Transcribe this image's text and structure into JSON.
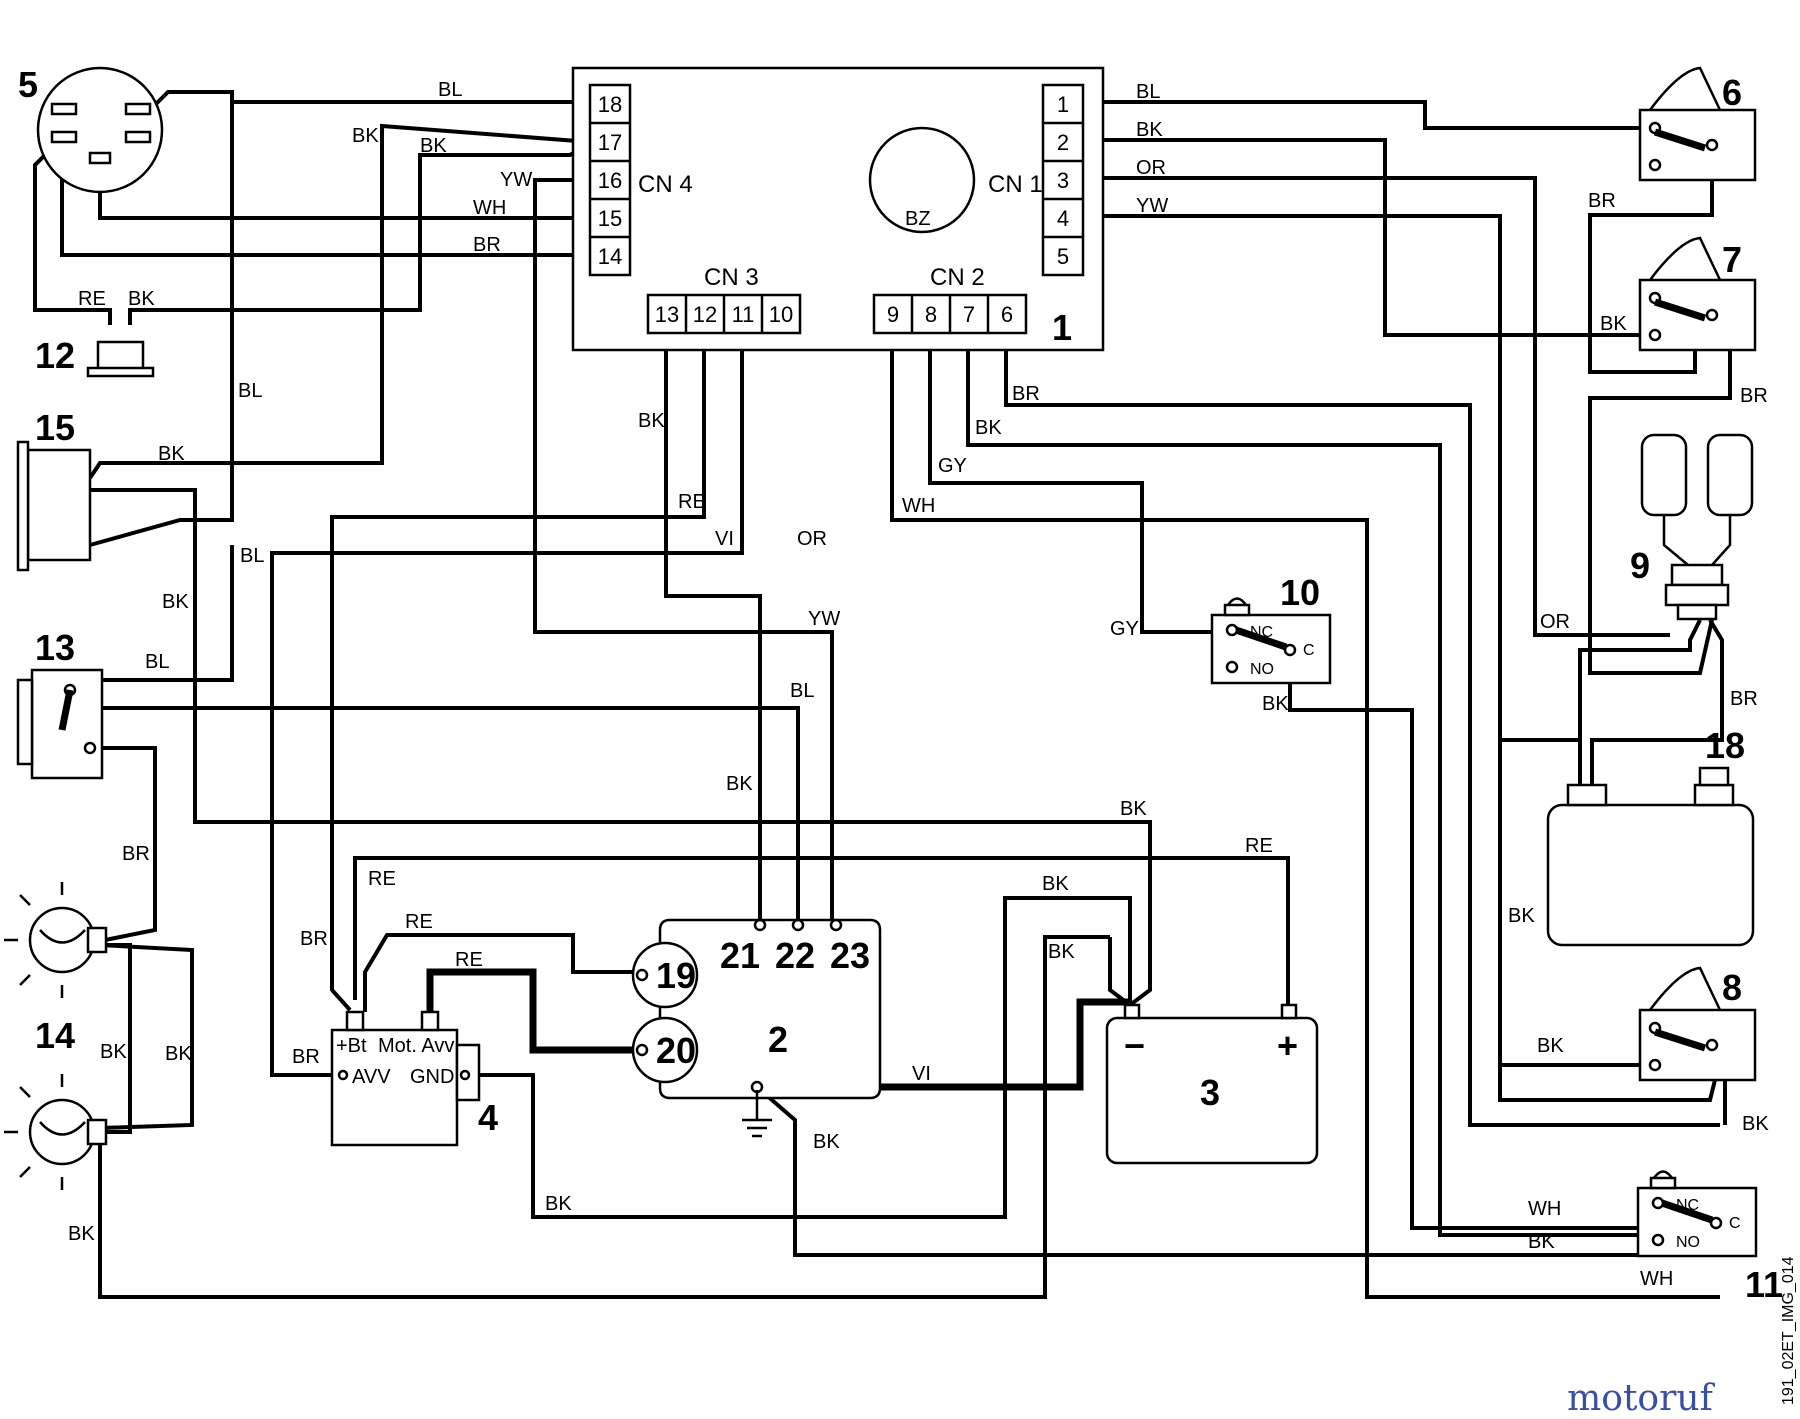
{
  "component_numbers": [
    "1",
    "2",
    "3",
    "4",
    "5",
    "6",
    "7",
    "8",
    "9",
    "10",
    "11",
    "12",
    "13",
    "14",
    "15",
    "18"
  ],
  "cn4": {
    "label": "CN 4",
    "pins": [
      "18",
      "17",
      "16",
      "15",
      "14"
    ]
  },
  "cn1": {
    "label": "CN 1",
    "pins": [
      "1",
      "2",
      "3",
      "4",
      "5"
    ]
  },
  "cn3": {
    "label": "CN 3",
    "pins": [
      "13",
      "12",
      "11",
      "10"
    ]
  },
  "cn2": {
    "label": "CN 2",
    "pins": [
      "9",
      "8",
      "7",
      "6"
    ]
  },
  "bz": "BZ",
  "wire_labels": [
    "BL",
    "BK",
    "BK",
    "YW",
    "WH",
    "BR",
    "BL",
    "BK",
    "OR",
    "YW",
    "BR",
    "BK",
    "BR",
    "RE",
    "BK",
    "BL",
    "BK",
    "BL",
    "BK",
    "BL",
    "BK",
    "RE",
    "VI",
    "OR",
    "BR",
    "BK",
    "GY",
    "WH",
    "GY",
    "BK",
    "YW",
    "BL",
    "OR",
    "BR",
    "BK",
    "BK",
    "RE",
    "RE",
    "RE",
    "RE",
    "BK",
    "BK",
    "BR",
    "BR",
    "BK",
    "BK",
    "BK",
    "BK",
    "BK",
    "VI",
    "BR",
    "BK",
    "BK",
    "WH"
  ],
  "module2_terminals": [
    "21",
    "22",
    "23",
    "19",
    "20"
  ],
  "module4": {
    "bt": "+Bt",
    "mot": "Mot. Avv",
    "avv": "AVV",
    "gnd": "GND"
  },
  "battery": {
    "minus": "−",
    "plus": "+"
  },
  "switch10": {
    "nc": "NC",
    "no": "NO",
    "c": "C"
  },
  "switch11": {
    "nc": "NC",
    "no": "NO",
    "c": "C"
  },
  "side_code": "191_02ET_IMG_014",
  "watermark": "motoruf"
}
